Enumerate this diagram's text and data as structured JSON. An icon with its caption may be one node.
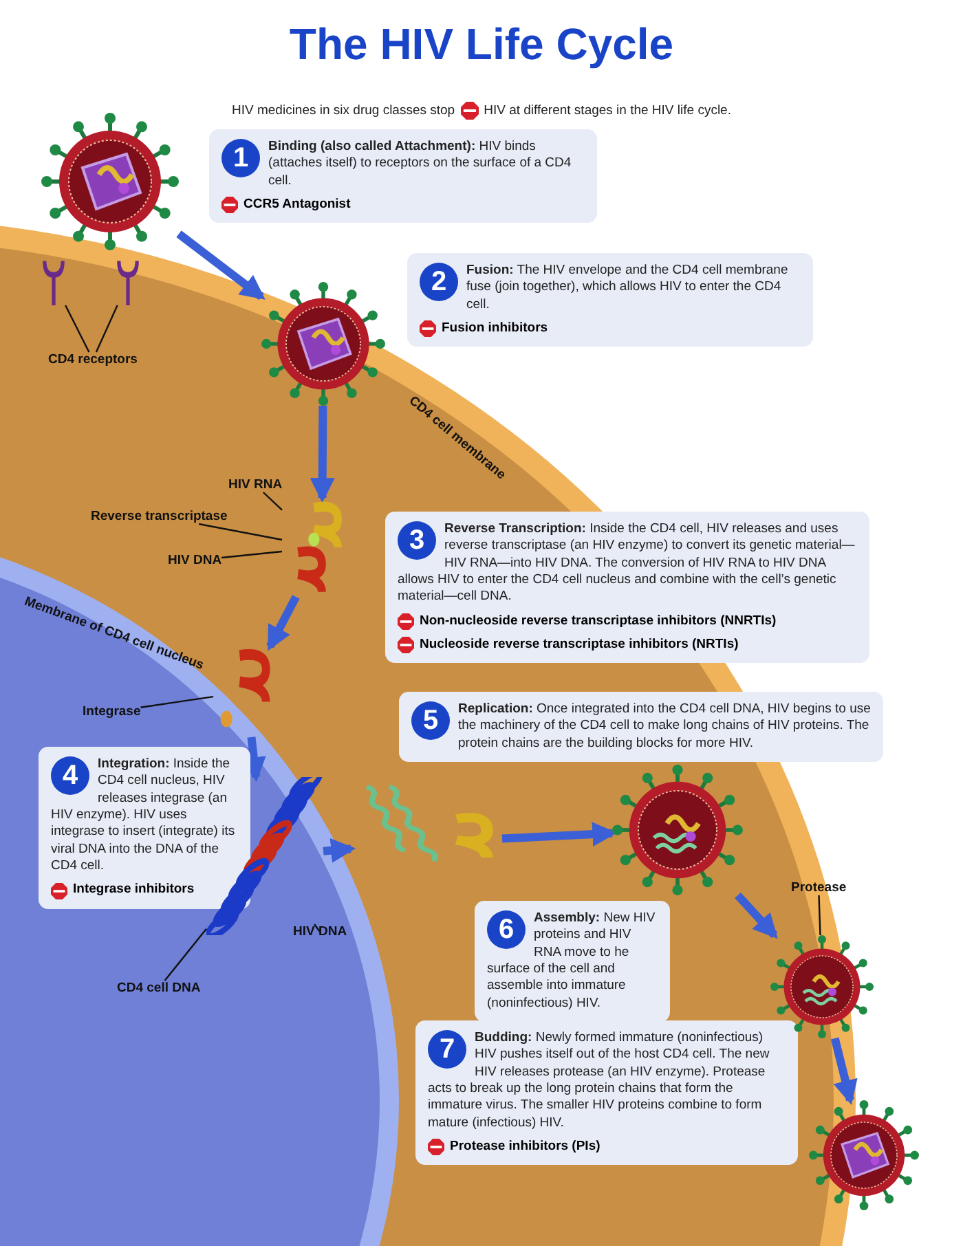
{
  "diagram": {
    "title": "The HIV Life Cycle",
    "nodes": [
      {
        "text": [
          "1",
          "**Binding (also called Attachment):** HIV binds (attaches itself) to receptors on the surface of a CD4 cell.",
          "CCR5 Antagonist"
        ]
      },
      {
        "text": [
          "2",
          "**Fusion:** The HIV envelope and the CD4 cell membrane fuse (join together), which allows HIV to enter the CD4 cell.",
          "Fusion inhibitors"
        ]
      },
      {
        "text": [
          "3",
          "**Reverse Transcription:** Inside the CD4 cell, HIV releases and uses reverse transcriptase (an HIV enzyme) to convert its genetic material—HIV RNA—into HIV DNA. The conversion of HIV RNA to HIV DNA allows HIV to enter the CD4 cell nucleus and combine with the cell’s genetic material—cell DNA.",
          "Non-nucleoside reverse transcriptase inhibitors (NNRTIs)",
          "Nucleoside reverse transcriptase inhibitors (NRTIs)"
        ]
      },
      {
        "text": [
          "4",
          "**Integration:** Inside the CD4 cell nucleus, HIV releases integrase (an HIV enzyme). HIV uses integrase to insert (integrate) its viral DNA into the DNA of the CD4 cell.",
          "Integrase inhibitors"
        ]
      },
      {
        "text": [
          "5",
          "**Replication:** Once integrated into the CD4 cell DNA, HIV begins to use the machinery of the CD4 cell to make long chains of HIV proteins. The protein chains are the building blocks for more HIV."
        ]
      },
      {
        "text": [
          "6",
          "**Assembly:** New HIV proteins and HIV RNA move to he surface of the cell and assemble into immature (noninfectious) HIV."
        ]
      },
      {
        "text": [
          "7",
          "**Budding:** Newly formed immature (noninfectious) HIV pushes itself out of the host CD4 cell.  The new HIV releases protease (an HIV enzyme). Protease acts to break up the long protein chains that form the immature virus. The smaller HIV proteins combine to form mature (infectious) HIV.",
          "Protease inhibitors (PIs)"
        ]
      },
      {
        "text": [],
        "shape": "picture"
      },
      {
        "text": [],
        "shape": "picture"
      },
      {
        "text": [],
        "shape": "picture"
      },
      {
        "text": [],
        "shape": "picture"
      },
      {
        "text": [],
        "shape": "picture"
      },
      {
        "text": [],
        "shape": "picture"
      },
      {
        "text": [],
        "shape": "picture"
      },
      {
        "text": [],
        "shape": "picture"
      },
      {
        "text": [],
        "shape": "picture"
      },
      {
        "text": [],
        "shape": "picture"
      },
      {
        "text": [],
        "shape": "picture"
      },
      {
        "text": [
          "CD4 receptors"
        ]
      },
      {
        "text": [
          "HIV RNA"
        ]
      },
      {
        "text": [
          "Reverse transcriptase"
        ]
      },
      {
        "text": [
          "HIV DNA"
        ]
      },
      {
        "text": [
          "Integrase"
        ]
      },
      {
        "text": [
          "HIV DNA"
        ]
      },
      {
        "text": [
          "CD4 cell DNA"
        ]
      },
      {
        "text": [
          "Protease"
        ]
      }
    ],
    "edges": [
      {
        "from": 7,
        "to": 8,
        "arrow": "to",
        "style": "thick",
        "color": "#3b5fd6"
      },
      {
        "from": 8,
        "to": 9,
        "arrow": "to",
        "style": "thick",
        "color": "#3b5fd6"
      },
      {
        "from": 9,
        "to": 10,
        "arrow": "to",
        "style": "thick",
        "color": "#3b5fd6"
      },
      {
        "from": 10,
        "to": 11,
        "arrow": "to",
        "style": "thick",
        "color": "#3b5fd6"
      },
      {
        "from": 11,
        "to": 12,
        "arrow": "to",
        "style": "thick",
        "color": "#3b5fd6"
      },
      {
        "from": 12,
        "to": 13,
        "arrow": "to",
        "style": "thick",
        "color": "#3b5fd6"
      },
      {
        "from": 13,
        "to": 14,
        "arrow": "to",
        "style": "thick",
        "color": "#3b5fd6"
      },
      {
        "from": 14,
        "to": 15,
        "arrow": "to",
        "style": "thick",
        "color": "#3b5fd6"
      },
      {
        "from": 18,
        "to": 16,
        "arrow": "none"
      },
      {
        "from": 18,
        "to": 17,
        "arrow": "none"
      },
      {
        "from": 19,
        "to": 9,
        "arrow": "none"
      },
      {
        "from": 20,
        "to": 9,
        "arrow": "none"
      },
      {
        "from": 21,
        "to": 9,
        "arrow": "none"
      },
      {
        "from": 22,
        "to": 10,
        "arrow": "none"
      },
      {
        "from": 23,
        "to": 11,
        "arrow": "none"
      },
      {
        "from": 24,
        "to": 11,
        "arrow": "none"
      },
      {
        "from": 25,
        "to": 14,
        "arrow": "none"
      }
    ],
    "labels": [
      "HIV medicines in six drug classes stop",
      "HIV at different stages in the HIV life cycle.",
      "CD4 cell membrane",
      "Membrane of CD4 cell nucleus"
    ]
  }
}
